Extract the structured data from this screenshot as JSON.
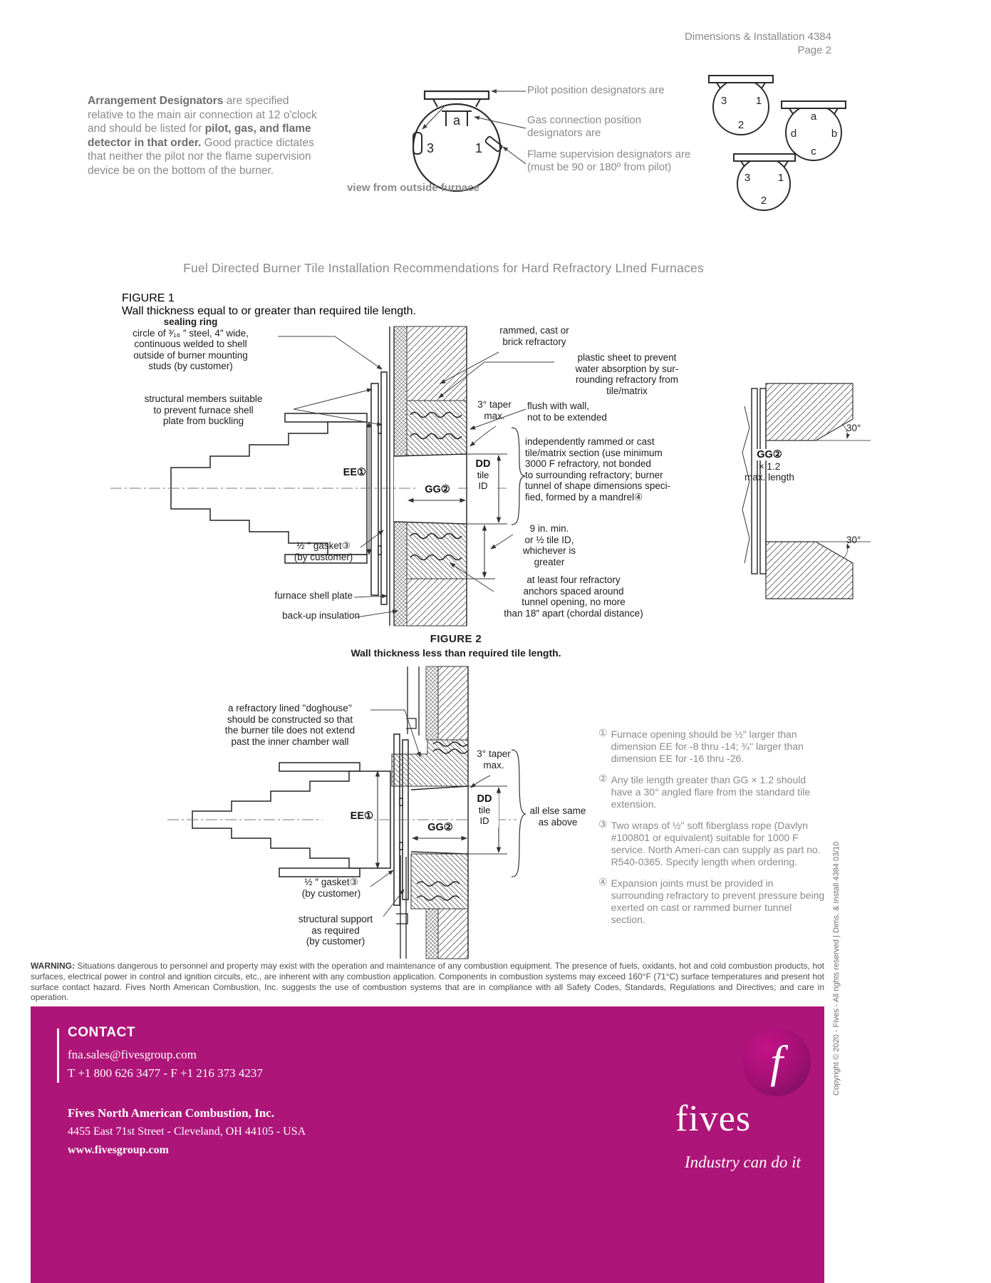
{
  "header": {
    "doc": "Dimensions & Installation 4384",
    "page": "Page 2"
  },
  "intro": {
    "b1": "Arrangement Designators",
    "t1": " are specified relative to the main air connection at 12 o'clock and should be listed for ",
    "b2": "pilot, gas, and flame detector in that order.",
    "t2": " Good practice dictates that neither the pilot nor the flame supervision device be on the bottom of the burner."
  },
  "arrangement": {
    "pilot_label": "Pilot position designators are",
    "gas_label": "Gas connection position\ndesignators are",
    "flame_label": "Flame supervision designators are\n(must be 90 or 180º from pilot)",
    "caption": "view from outside furnace",
    "main": {
      "top": "a",
      "left": "3",
      "right": "1"
    },
    "c1": {
      "left": "3",
      "right": "1",
      "bottom": "2"
    },
    "c2": {
      "top": "a",
      "left": "d",
      "right": "b",
      "bottom": "c"
    },
    "c3": {
      "left": "3",
      "right": "1",
      "bottom": "2"
    }
  },
  "section_title": "Fuel Directed Burner Tile Installation Recommendations for Hard Refractory LIned Furnaces",
  "fig1": {
    "title": "FIGURE 1",
    "subtitle": "Wall thickness equal to or greater than required tile length.",
    "labels": {
      "sealing_bold": "sealing ring",
      "sealing_rest": "circle of ³⁄₁₆ ″ steel, 4″ wide,\ncontinuous welded to shell\noutside of burner mounting\nstuds (by customer)",
      "structural": "structural members suitable\nto prevent furnace shell\nplate from buckling",
      "rammed": "rammed, cast or\nbrick refractory",
      "plastic": "plastic sheet to prevent\nwater absorption by sur-\nrounding refractory from\ntile/matrix",
      "taper": "3° taper\nmax.",
      "flush": "flush with wall,\nnot to be extended",
      "independent": "independently rammed or cast\ntile/matrix section (use minimum\n3000 F refractory, not bonded\nto surrounding refractory; burner\ntunnel of shape dimensions speci-\nfied, formed by a mandrel④",
      "nine": "9 in. min.\nor ½ tile ID,\nwhichever is\ngreater",
      "anchors": "at least four refractory\nanchors spaced around\ntunnel opening, no more\nthan 18″ apart (chordal distance)",
      "gasket": "½ ″ gasket③\n(by customer)",
      "shell": "furnace shell plate",
      "backup": "back-up insulation",
      "ee": "EE①",
      "gg": "GG②",
      "dd_b": "DD",
      "dd_rest": "tile\nID",
      "inset_gg": "GG②",
      "inset_x": "× 1.2",
      "inset_len": "max. length",
      "deg_top": "30°",
      "deg_bot": "30°"
    }
  },
  "fig2": {
    "title": "FIGURE 2",
    "subtitle": "Wall thickness less than required tile length.",
    "labels": {
      "doghouse": "a refractory lined ''doghouse''\nshould be constructed so that\nthe burner tile does not extend\npast the inner chamber wall",
      "taper": "3° taper\nmax.",
      "all_else": "all else same\nas above",
      "gasket": "½ ″ gasket③\n(by customer)",
      "support": "structural support\nas required\n(by customer)",
      "ee": "EE①",
      "gg": "GG②",
      "dd_b": "DD",
      "dd_rest": "tile\nID"
    }
  },
  "footnotes": [
    {
      "num": "①",
      "text": "Furnace opening should be ½\" larger than dimension EE for -8 thru -14; ¾\" larger than dimension EE for -16 thru -26."
    },
    {
      "num": "②",
      "text": "Any tile length greater than GG × 1.2 should have a 30° angled flare from the standard tile extension."
    },
    {
      "num": "③",
      "text": "Two wraps of ½\" soft fiberglass rope (Davlyn #100801 or equivalent) suitable for 1000 F service. North Ameri-can can supply as part no. R540-0365. Specify length when ordering."
    },
    {
      "num": "④",
      "text": "Expansion joints must be provided in surrounding refractory to prevent pressure being exerted on cast or rammed burner tunnel section."
    }
  ],
  "warning": {
    "bold": "WARNING:",
    "text": " Situations dangerous to personnel and property may exist with the operation and maintenance of any combustion equipment. The presence of fuels, oxidants, hot and cold combustion products, hot surfaces, electrical power in control and ignition circuits, etc., are inherent with any combustion application. Components in combustion systems may exceed 160°F (71°C) surface temperatures and present hot surface contact hazard. Fives North American Combustion, Inc. suggests the use of combustion systems that are in compliance with all Safety Codes, Standards, Regulations and Directives; and care in operation."
  },
  "footer": {
    "contact": "CONTACT",
    "email": "fna.sales@fivesgroup.com",
    "phone": "T +1 800 626 3477 - F +1 216 373 4237",
    "company": "Fives North American Combustion, Inc.",
    "address": "4455 East 71st Street - Cleveland, OH 44105 - USA",
    "website": "www.fivesgroup.com",
    "logo_letter": "f",
    "brand": "fives",
    "tagline": "Industry can do it",
    "bg": "#AE1579"
  },
  "sidebar": "Copyright © 2020 - Fives - All rights reserved | Dims. & Install 4384 03/10"
}
